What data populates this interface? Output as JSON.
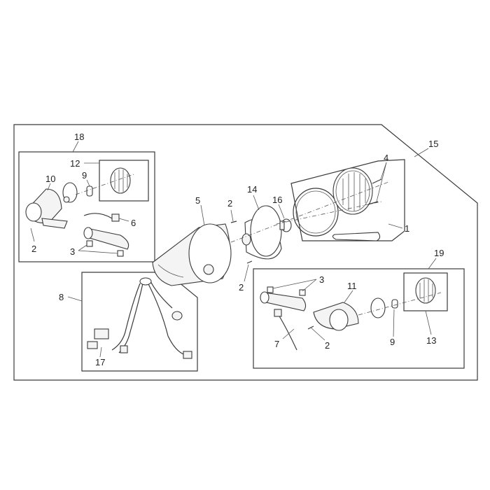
{
  "callouts": {
    "c1": "1",
    "c2a": "2",
    "c2b": "2",
    "c2c": "2",
    "c2d": "2",
    "c3a": "3",
    "c3b": "3",
    "c4": "4",
    "c5": "5",
    "c6": "6",
    "c7": "7",
    "c8": "8",
    "c9a": "9",
    "c9b": "9",
    "c10": "10",
    "c11": "11",
    "c12": "12",
    "c13": "13",
    "c14": "14",
    "c15": "15",
    "c16": "16",
    "c17": "17",
    "c18": "18",
    "c19": "19"
  }
}
